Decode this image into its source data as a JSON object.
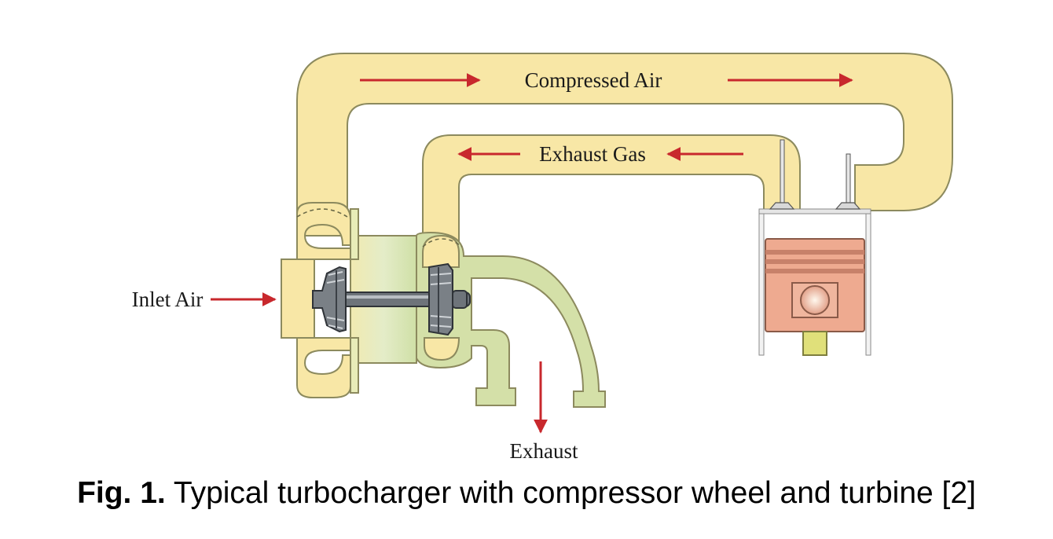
{
  "labels": {
    "compressed_air": "Compressed Air",
    "exhaust_gas": "Exhaust Gas",
    "inlet_air": "Inlet Air",
    "exhaust": "Exhaust"
  },
  "caption": {
    "prefix": "Fig. 1.",
    "text": " Typical turbocharger with compressor wheel and turbine [2]"
  },
  "colors": {
    "pipe_fill": "#f8e7a6",
    "pipe_stroke": "#8c8a5e",
    "turbine_green": "#d4e0a8",
    "arrow": "#c8282d",
    "piston": "#e8a48c"
  }
}
